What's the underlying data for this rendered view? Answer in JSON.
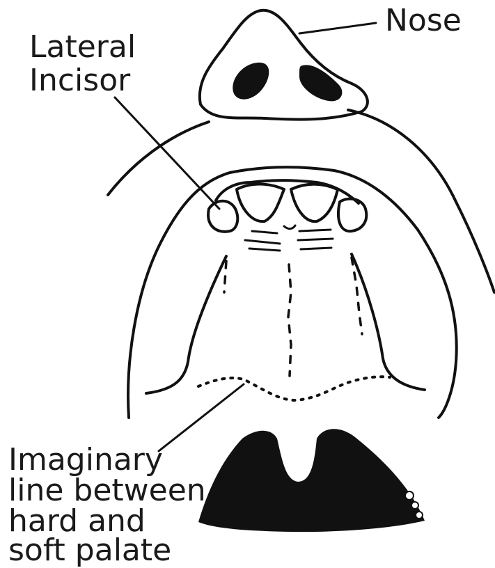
{
  "labels": {
    "nose": "Nose",
    "lateral_incisor": [
      "Lateral",
      "Incisor"
    ],
    "palate_line": [
      "Imaginary",
      "line between",
      "hard and",
      "soft palate"
    ]
  },
  "colors": {
    "ink": "#111111",
    "background": "#ffffff"
  }
}
